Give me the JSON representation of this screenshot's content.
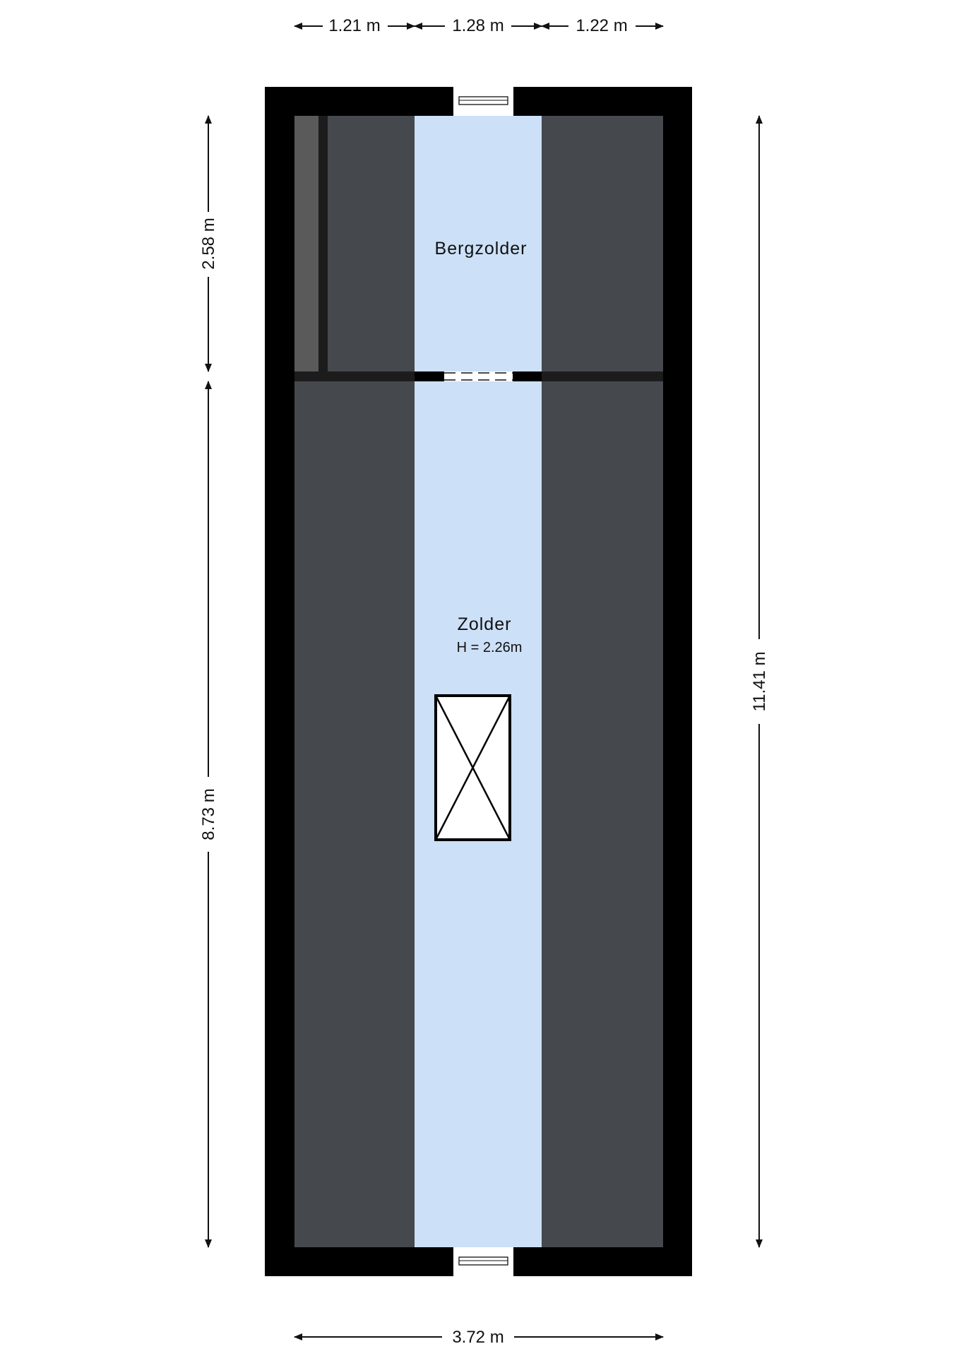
{
  "colors": {
    "wall": "#000000",
    "slope_area": "#45484d",
    "usable_area": "#cce0f7",
    "background": "#ffffff",
    "storage_strip": "#5a5a5a",
    "dimension_line": "#111111"
  },
  "rooms": {
    "bergzolder": {
      "name": "Bergzolder"
    },
    "zolder": {
      "name": "Zolder",
      "height": "H = 2.26m"
    }
  },
  "dimensions": {
    "top": [
      "1.21 m",
      "1.28 m",
      "1.22 m"
    ],
    "left_upper": "2.58 m",
    "left_lower": "8.73 m",
    "right": "11.41 m",
    "bottom": "3.72 m"
  },
  "symbols": {
    "hatch": "attic-hatch-icon",
    "roof_window": "roof-window-icon",
    "door": "door-opening-icon"
  }
}
